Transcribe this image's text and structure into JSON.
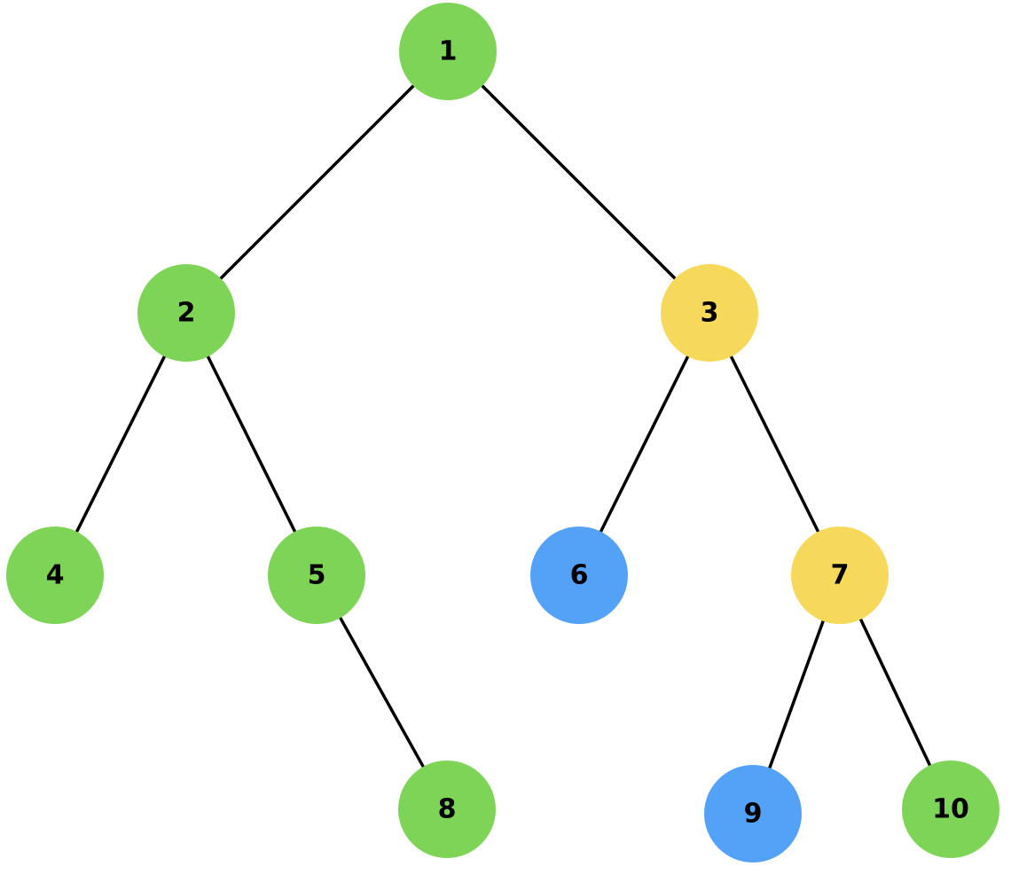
{
  "colors": {
    "green": "#7ED456",
    "yellow": "#F6D95B",
    "blue": "#54A2F7",
    "edge": "#000000",
    "background": "#ffffff"
  },
  "tree": {
    "nodes": [
      {
        "id": "1",
        "label": "1",
        "color": "green"
      },
      {
        "id": "2",
        "label": "2",
        "color": "green"
      },
      {
        "id": "3",
        "label": "3",
        "color": "yellow"
      },
      {
        "id": "4",
        "label": "4",
        "color": "green"
      },
      {
        "id": "5",
        "label": "5",
        "color": "green"
      },
      {
        "id": "6",
        "label": "6",
        "color": "blue"
      },
      {
        "id": "7",
        "label": "7",
        "color": "yellow"
      },
      {
        "id": "8",
        "label": "8",
        "color": "green"
      },
      {
        "id": "9",
        "label": "9",
        "color": "blue"
      },
      {
        "id": "10",
        "label": "10",
        "color": "green"
      }
    ],
    "edges": [
      {
        "from": "1",
        "to": "2"
      },
      {
        "from": "1",
        "to": "3"
      },
      {
        "from": "2",
        "to": "4"
      },
      {
        "from": "2",
        "to": "5"
      },
      {
        "from": "3",
        "to": "6"
      },
      {
        "from": "3",
        "to": "7"
      },
      {
        "from": "5",
        "to": "8"
      },
      {
        "from": "7",
        "to": "9"
      },
      {
        "from": "7",
        "to": "10"
      }
    ]
  }
}
